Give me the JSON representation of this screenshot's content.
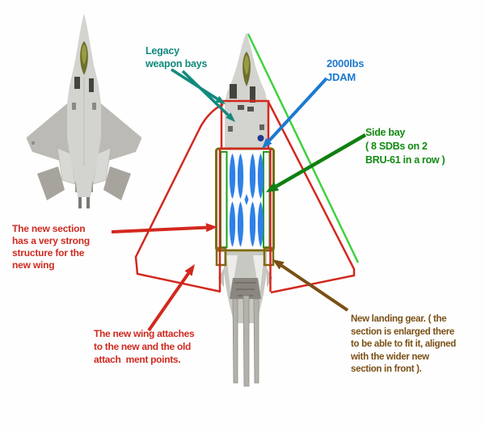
{
  "page": {
    "description": "Annotated modification concept diagram of an F-22 style fighter: original aircraft photo at left, modified aircraft with new delta wing, enlarged weapon-bay section and new landing gear at center"
  },
  "labels": {
    "legacy_bays": {
      "text": "Legacy\nweapon bays",
      "color": "#12897d"
    },
    "jdam": {
      "text": "2000lbs\nJDAM",
      "color": "#1d79cf"
    },
    "side_bay": {
      "text": "Side bay\n( 8 SDBs on 2\nBRU-61 in a row )",
      "color": "#128a12"
    },
    "new_section": {
      "text": "The new section\nhas a very strong\nstructure for the\nnew wing",
      "color": "#ce2a20"
    },
    "new_wing": {
      "text": "The new wing attaches\nto the new and the old\nattach  ment points.",
      "color": "#ce2a20"
    },
    "landing_gear": {
      "text": "New landing gear. ( the\nsection is enlarged there\nto be able to fit it, aligned\nwith the wider new\nsection in front ).",
      "color": "#7a4f15"
    }
  },
  "diagram": {
    "sdb_count": 8,
    "colors": {
      "teal_arrow": "#12897d",
      "blue_arrow": "#1d79cf",
      "green_arrow": "#117f11",
      "green_wing_line": "#3fd23f",
      "red_outline": "#d3281e",
      "olive_section_outline": "#7d6a10",
      "brown_arrow": "#7a4f15",
      "sdb_blue": "#2e80e8",
      "canopy_olive": "#6f6f2d"
    }
  }
}
